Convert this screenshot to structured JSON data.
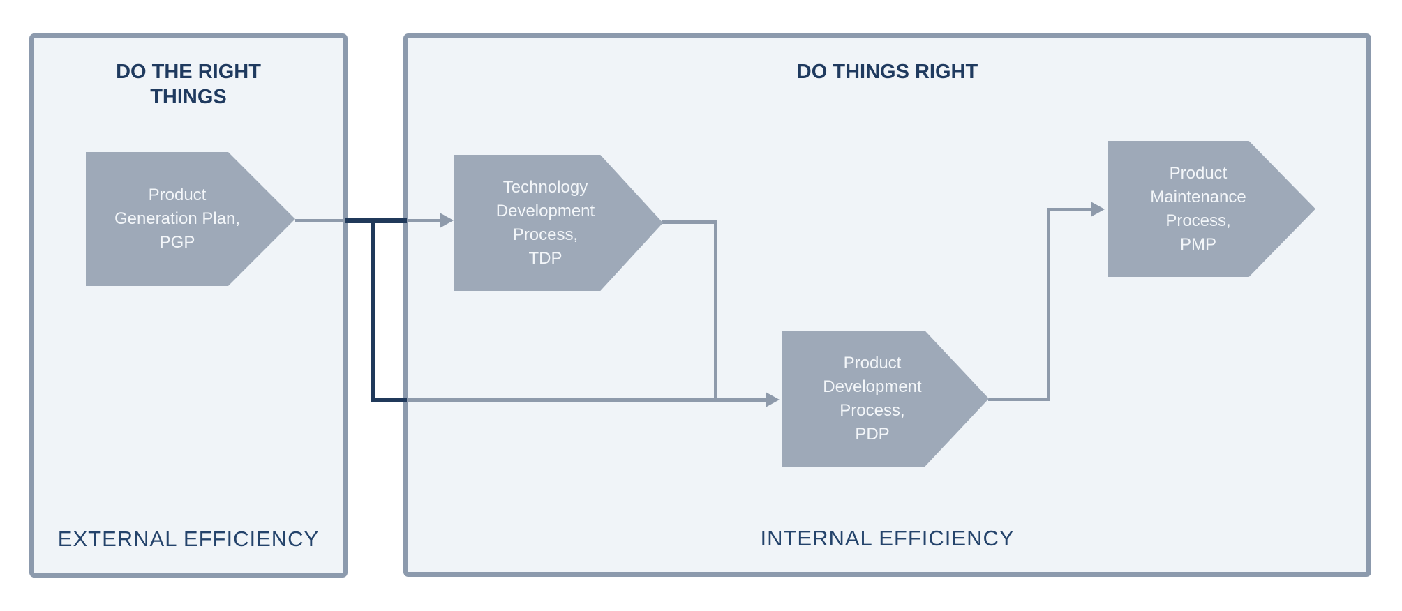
{
  "panels": {
    "external": {
      "title": "DO THE RIGHT THINGS",
      "footer": "EXTERNAL EFFICIENCY"
    },
    "internal": {
      "title": "DO THINGS RIGHT",
      "footer": "INTERNAL EFFICIENCY"
    }
  },
  "processes": {
    "pgp": {
      "label": "Product\nGeneration Plan,\nPGP"
    },
    "tdp": {
      "label": "Technology\nDevelopment\nProcess,\nTDP"
    },
    "pdp": {
      "label": "Product\nDevelopment\nProcess,\nPDP"
    },
    "pmp": {
      "label": "Product\nMaintenance\nProcess,\nPMP"
    }
  },
  "colors": {
    "panel_fill": "#f0f4f8",
    "panel_border": "#8c9aad",
    "shape_fill": "#9ea9b8",
    "shape_text": "#f3f6f9",
    "title_text": "#1f3a5f",
    "footer_text": "#24436b",
    "connector_gray": "#8e9aab",
    "connector_dark": "#20395a"
  }
}
